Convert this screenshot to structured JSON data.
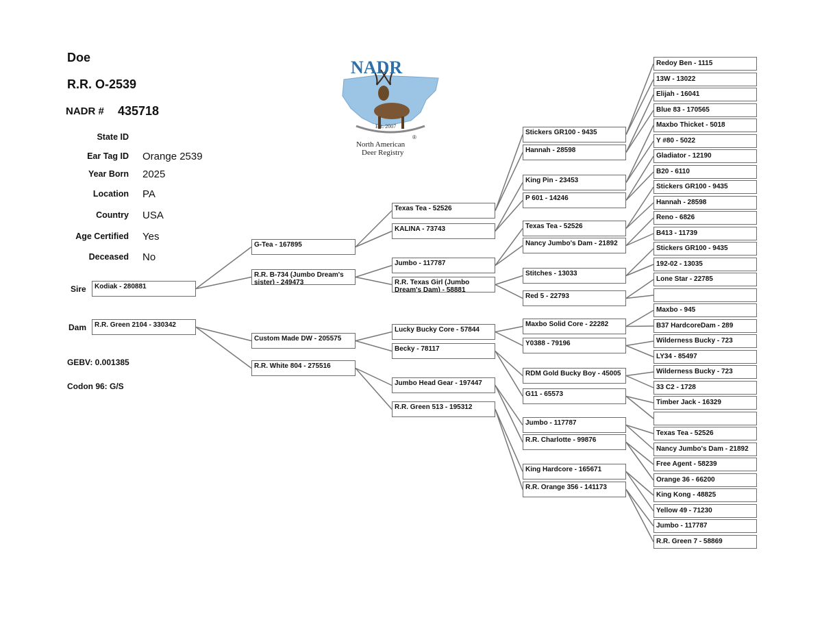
{
  "header": {
    "sex": "Doe",
    "name": "R.R. O-2539",
    "nadr_label": "NADR #",
    "nadr_number": "435718"
  },
  "logo": {
    "brand": "NADR",
    "est": "Est. 2007",
    "org_line1": "North American",
    "org_line2": "Deer Registry",
    "registered": "®"
  },
  "details": [
    {
      "label": "State ID",
      "value": ""
    },
    {
      "label": "Ear Tag ID",
      "value": "Orange 2539"
    },
    {
      "label": "Year Born",
      "value": "2025"
    },
    {
      "label": "Location",
      "value": "PA"
    },
    {
      "label": "Country",
      "value": "USA"
    },
    {
      "label": "Age Certified",
      "value": "Yes"
    },
    {
      "label": "Deceased",
      "value": "No"
    }
  ],
  "stats": {
    "gebv": "GEBV: 0.001385",
    "codon": "Codon 96: G/S"
  },
  "labels": {
    "sire": "Sire",
    "dam": "Dam"
  },
  "pedigree": {
    "g1": [
      "Kodiak - 280881",
      "R.R. Green 2104 - 330342"
    ],
    "g2": [
      "G-Tea - 167895",
      "R.R. B-734 (Jumbo Dream's sister) - 249473",
      "Custom Made DW - 205575",
      "R.R. White 804 - 275516"
    ],
    "g3": [
      "Texas Tea - 52526",
      "KALINA - 73743",
      "Jumbo - 117787",
      "R.R. Texas Girl (Jumbo Dream's Dam) - 58881",
      "Lucky Bucky Core - 57844",
      "Becky - 78117",
      "Jumbo Head Gear - 197447",
      "R.R. Green 513 - 195312"
    ],
    "g4": [
      "Stickers GR100 - 9435",
      "Hannah - 28598",
      "King Pin - 23453",
      "P 601 - 14246",
      "Texas Tea - 52526",
      "Nancy Jumbo's Dam - 21892",
      "Stitches - 13033",
      "Red 5 - 22793",
      "Maxbo Solid Core - 22282",
      "Y0388 - 79196",
      "RDM Gold Bucky Boy - 45005",
      "G11 - 65573",
      "Jumbo - 117787",
      "R.R. Charlotte - 99876",
      "King Hardcore - 165671",
      "R.R. Orange 356 - 141173"
    ],
    "g5": [
      "Redoy Ben - 1115",
      "13W - 13022",
      "Elijah - 16041",
      "Blue 83 - 170565",
      "Maxbo Thicket - 5018",
      "Y #80 - 5022",
      "Gladiator - 12190",
      "B20 - 6110",
      "Stickers GR100 - 9435",
      "Hannah - 28598",
      "Reno - 6826",
      "B413 - 11739",
      "Stickers GR100 - 9435",
      "192-02 - 13035",
      "Lone Star - 22785",
      "",
      "Maxbo - 945",
      "B37 HardcoreDam  - 289",
      "Wilderness Bucky - 723",
      "LY34 - 85497",
      "Wilderness Bucky - 723",
      "33 C2 - 1728",
      "Timber Jack - 16329",
      "",
      "Texas Tea - 52526",
      "Nancy Jumbo's Dam - 21892",
      "Free Agent - 58239",
      "Orange 36 - 66200",
      "King Kong - 48825",
      "Yellow 49 - 71230",
      "Jumbo - 117787",
      "R.R. Green 7 - 58869"
    ]
  }
}
